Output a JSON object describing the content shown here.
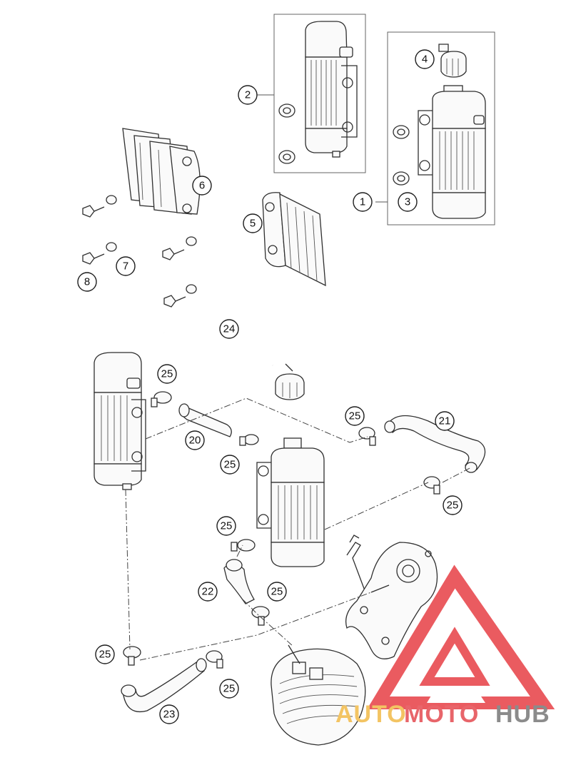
{
  "callouts": {
    "c1": "1",
    "c2": "2",
    "c3": "3",
    "c4": "4",
    "c5": "5",
    "c6": "6",
    "c7": "7",
    "c8": "8",
    "c20": "20",
    "c21": "21",
    "c22": "22",
    "c23": "23",
    "c24": "24",
    "c25a": "25",
    "c25b": "25",
    "c25c": "25",
    "c25d": "25",
    "c25e": "25",
    "c25f": "25",
    "c25g": "25",
    "c25h": "25"
  },
  "watermark": {
    "word_a": "AUTO",
    "word_b": "MOTO",
    "word_c": "HUB",
    "color_a": "#f3c463",
    "color_b": "#e8656a",
    "color_c": "#8b8b8b",
    "logo_color": "#e8454b"
  }
}
